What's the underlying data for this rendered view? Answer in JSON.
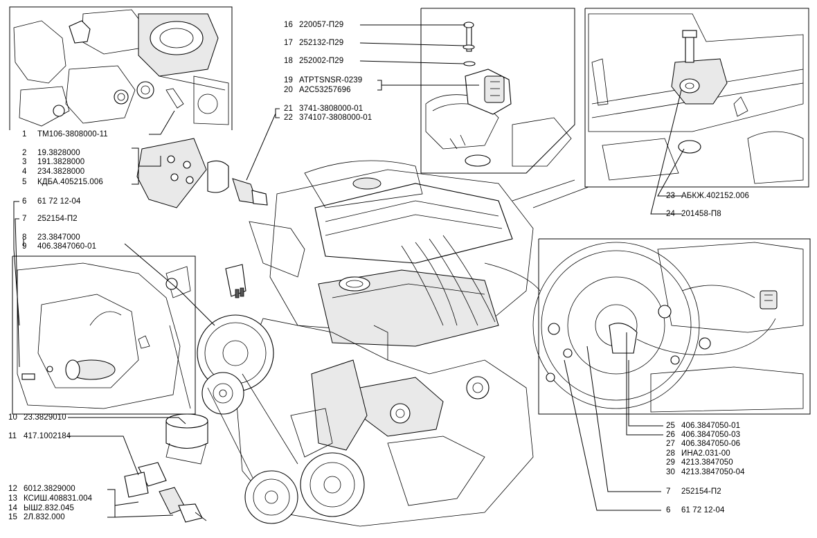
{
  "callouts": [
    {
      "num": "1",
      "code": "ТМ106-3808000-11"
    },
    {
      "num": "2",
      "code": "19.3828000"
    },
    {
      "num": "3",
      "code": "191.3828000"
    },
    {
      "num": "4",
      "code": "234.3828000"
    },
    {
      "num": "5",
      "code": "КДБА.405215.006"
    },
    {
      "num": "6",
      "code": "61 72 12-04"
    },
    {
      "num": "7",
      "code": "252154-П2"
    },
    {
      "num": "8",
      "code": "23.3847000"
    },
    {
      "num": "9",
      "code": "406.3847060-01"
    },
    {
      "num": "10",
      "code": "23.3829010"
    },
    {
      "num": "11",
      "code": "417.1002184"
    },
    {
      "num": "12",
      "code": "6012.3829000"
    },
    {
      "num": "13",
      "code": "КСИШ.408831.004"
    },
    {
      "num": "14",
      "code": "ЫШ2.832.045"
    },
    {
      "num": "15",
      "code": "2Л.832.000"
    },
    {
      "num": "16",
      "code": "220057-П29"
    },
    {
      "num": "17",
      "code": "252132-П29"
    },
    {
      "num": "18",
      "code": "252002-П29"
    },
    {
      "num": "19",
      "code": "ATPTSNSR-0239"
    },
    {
      "num": "20",
      "code": "A2C53257696"
    },
    {
      "num": "21",
      "code": "3741-3808000-01"
    },
    {
      "num": "22",
      "code": "374107-3808000-01"
    },
    {
      "num": "23",
      "code": "АБКЖ.402152.006"
    },
    {
      "num": "24",
      "code": "201458-П8"
    },
    {
      "num": "25",
      "code": "406.3847050-01"
    },
    {
      "num": "26",
      "code": "406.3847050-03"
    },
    {
      "num": "27",
      "code": "406.3847050-06"
    },
    {
      "num": "28",
      "code": "ИНА2.031-00"
    },
    {
      "num": "29",
      "code": "4213.3847050"
    },
    {
      "num": "30",
      "code": "4213.3847050-04"
    },
    {
      "num": "7",
      "code": "252154-П2"
    },
    {
      "num": "6",
      "code": "61 72 12-04"
    }
  ]
}
